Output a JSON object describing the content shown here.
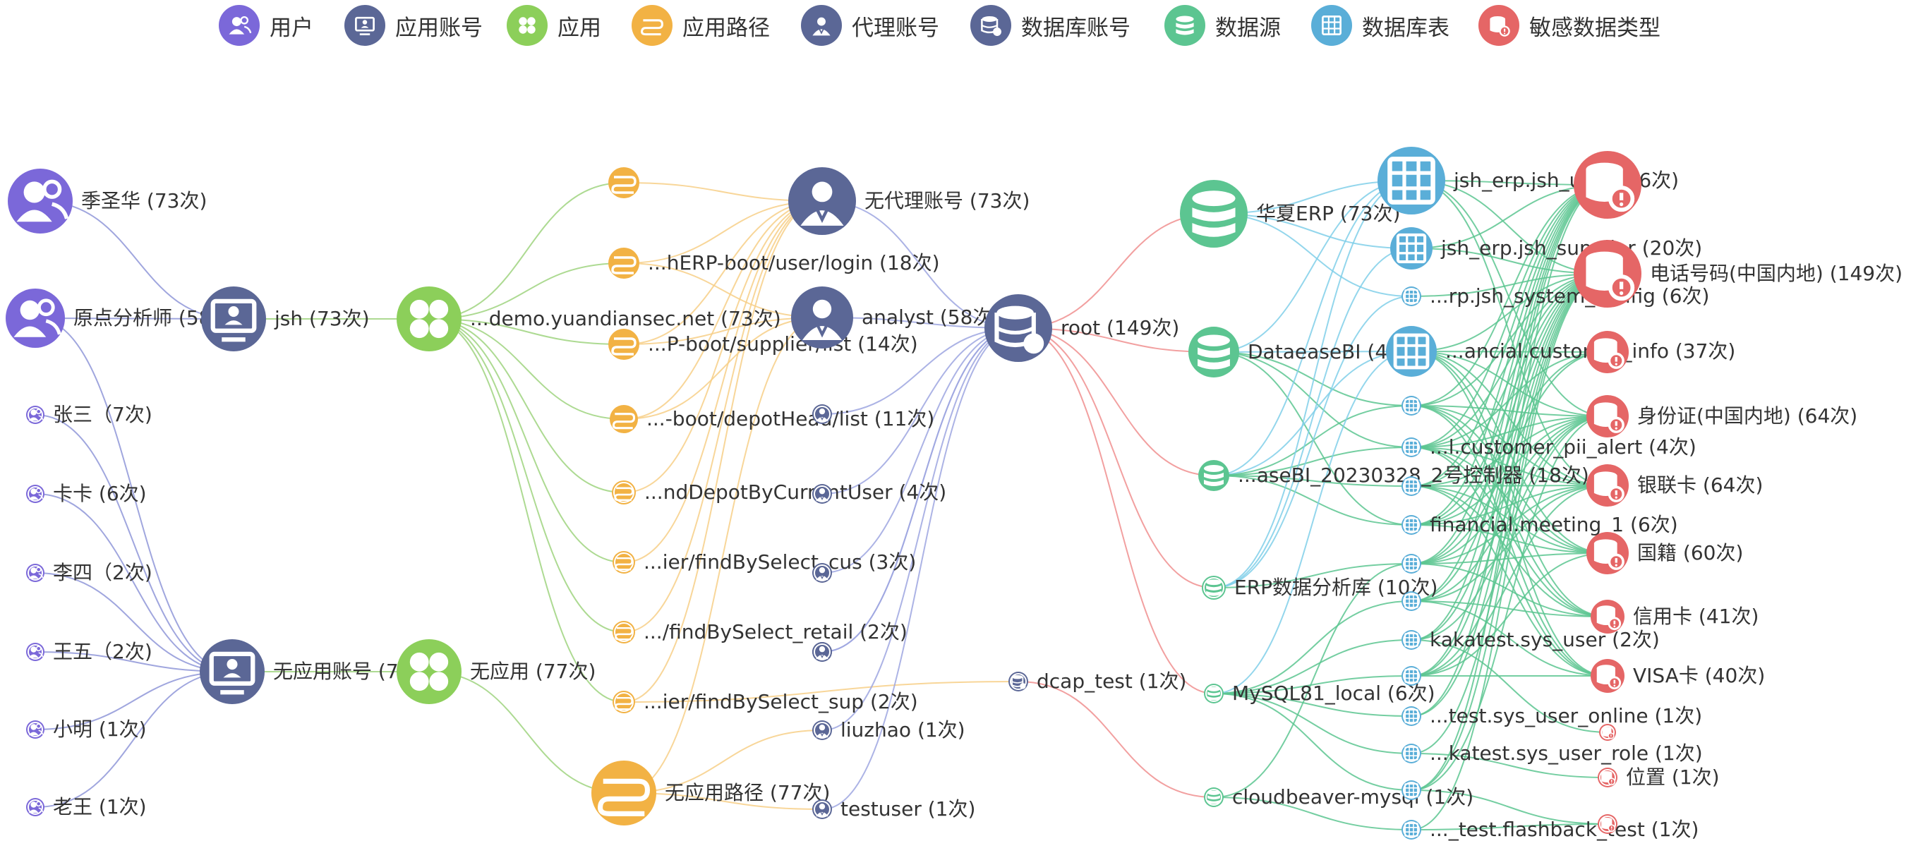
{
  "legend": [
    {
      "name": "用户",
      "color": "#7b68d9",
      "icon": "user-icon"
    },
    {
      "name": "应用账号",
      "color": "#5b6796",
      "icon": "app-account-icon"
    },
    {
      "name": "应用",
      "color": "#8ccf5a",
      "icon": "app-icon"
    },
    {
      "name": "应用路径",
      "color": "#f2b244",
      "icon": "route-icon"
    },
    {
      "name": "代理账号",
      "color": "#5b6796",
      "icon": "proxy-account-icon"
    },
    {
      "name": "数据库账号",
      "color": "#5b6796",
      "icon": "db-account-icon"
    },
    {
      "name": "数据源",
      "color": "#5cc591",
      "icon": "datasource-icon"
    },
    {
      "name": "数据库表",
      "color": "#5aaed8",
      "icon": "table-icon"
    },
    {
      "name": "敏感数据类型",
      "color": "#e56666",
      "icon": "sensitive-type-icon"
    }
  ],
  "nodes": [
    {
      "id": "u1",
      "type": 0,
      "label": "季圣华 (73次)"
    },
    {
      "id": "u2",
      "type": 0,
      "label": "原点分析师 (58次)"
    },
    {
      "id": "u3",
      "type": 0,
      "label": "张三（7次)"
    },
    {
      "id": "u4",
      "type": 0,
      "label": "卡卡 (6次)"
    },
    {
      "id": "u5",
      "type": 0,
      "label": "李四（2次)"
    },
    {
      "id": "u6",
      "type": 0,
      "label": "王五（2次)"
    },
    {
      "id": "u7",
      "type": 0,
      "label": "小明 (1次)"
    },
    {
      "id": "u8",
      "type": 0,
      "label": "老王 (1次)"
    },
    {
      "id": "aa1",
      "type": 1,
      "label": "jsh (73次)"
    },
    {
      "id": "aa2",
      "type": 1,
      "label": "无应用账号 (77次)"
    },
    {
      "id": "ap1",
      "type": 2,
      "label": "...demo.yuandiansec.net (73次)"
    },
    {
      "id": "ap2",
      "type": 2,
      "label": "无应用 (77次)"
    },
    {
      "id": "rt0",
      "type": 3,
      "label": ""
    },
    {
      "id": "rt1",
      "type": 3,
      "label": "...hERP-boot/user/login (18次)"
    },
    {
      "id": "rt2",
      "type": 3,
      "label": "...P-boot/supplier/list (14次)"
    },
    {
      "id": "rt3",
      "type": 3,
      "label": "...-boot/depotHead/list (11次)"
    },
    {
      "id": "rt4",
      "type": 3,
      "label": "...ndDepotByCurrentUser (4次)"
    },
    {
      "id": "rt5",
      "type": 3,
      "label": "...ier/findBySelect_cus (3次)"
    },
    {
      "id": "rt6",
      "type": 3,
      "label": ".../findBySelect_retail (2次)"
    },
    {
      "id": "rt7",
      "type": 3,
      "label": "...ier/findBySelect_sup (2次)"
    },
    {
      "id": "rt8",
      "type": 3,
      "label": "无应用路径 (77次)"
    },
    {
      "id": "px1",
      "type": 4,
      "label": "无代理账号 (73次)"
    },
    {
      "id": "px2",
      "type": 4,
      "label": "analyst (58次)"
    },
    {
      "id": "px3",
      "type": 4,
      "label": ""
    },
    {
      "id": "px4",
      "type": 4,
      "label": ""
    },
    {
      "id": "px5",
      "type": 4,
      "label": ""
    },
    {
      "id": "px6",
      "type": 4,
      "label": ""
    },
    {
      "id": "px7",
      "type": 4,
      "label": ""
    },
    {
      "id": "px8",
      "type": 4,
      "label": "liuzhao (1次)"
    },
    {
      "id": "px9",
      "type": 4,
      "label": "testuser (1次)"
    },
    {
      "id": "db1",
      "type": 5,
      "label": "root (149次)"
    },
    {
      "id": "db2",
      "type": 5,
      "label": "dcap_test (1次)"
    },
    {
      "id": "ds1",
      "type": 6,
      "label": "华夏ERP (73次)"
    },
    {
      "id": "ds2",
      "type": 6,
      "label": "DataeaseBI (42次)"
    },
    {
      "id": "ds3",
      "type": 6,
      "label": "...aseBI_20230328_2号控制器 (18次)"
    },
    {
      "id": "ds4",
      "type": 6,
      "label": "ERP数据分析库 (10次)"
    },
    {
      "id": "ds5",
      "type": 6,
      "label": "MySQL81_local (6次)"
    },
    {
      "id": "ds6",
      "type": 6,
      "label": "cloudbeaver-mysql (1次)"
    },
    {
      "id": "tb1",
      "type": 7,
      "label": "jsh_erp.jsh_user (56次)"
    },
    {
      "id": "tb2",
      "type": 7,
      "label": "jsh_erp.jsh_supplier (20次)"
    },
    {
      "id": "tb3",
      "type": 7,
      "label": "...rp.jsh_system_config (6次)"
    },
    {
      "id": "tb4",
      "type": 7,
      "label": "...ancial.customer_info (37次)"
    },
    {
      "id": "tb5",
      "type": 7,
      "label": ""
    },
    {
      "id": "tb6",
      "type": 7,
      "label": "...l.customer_pii_alert (4次)"
    },
    {
      "id": "tb7",
      "type": 7,
      "label": ""
    },
    {
      "id": "tb8",
      "type": 7,
      "label": "financial.meeting_1 (6次)"
    },
    {
      "id": "tb9",
      "type": 7,
      "label": ""
    },
    {
      "id": "tb10",
      "type": 7,
      "label": ""
    },
    {
      "id": "tb11",
      "type": 7,
      "label": "kakatest.sys_user (2次)"
    },
    {
      "id": "tb12",
      "type": 7,
      "label": ""
    },
    {
      "id": "tb13",
      "type": 7,
      "label": "...test.sys_user_online (1次)"
    },
    {
      "id": "tb14",
      "type": 7,
      "label": "...katest.sys_user_role (1次)"
    },
    {
      "id": "tb15",
      "type": 7,
      "label": ""
    },
    {
      "id": "tb16",
      "type": 7,
      "label": "..._test.flashback_test (1次)"
    },
    {
      "id": "sd1",
      "type": 8,
      "label": ""
    },
    {
      "id": "sd2",
      "type": 8,
      "label": "电话号码(中国内地) (149次)"
    },
    {
      "id": "sd3",
      "type": 8,
      "label": ""
    },
    {
      "id": "sd4",
      "type": 8,
      "label": "身份证(中国内地) (64次)"
    },
    {
      "id": "sd5",
      "type": 8,
      "label": "银联卡 (64次)"
    },
    {
      "id": "sd6",
      "type": 8,
      "label": "国籍 (60次)"
    },
    {
      "id": "sd7",
      "type": 8,
      "label": "信用卡 (41次)"
    },
    {
      "id": "sd8",
      "type": 8,
      "label": "VISA卡 (40次)"
    },
    {
      "id": "sd9",
      "type": 8,
      "label": ""
    },
    {
      "id": "sd10",
      "type": 8,
      "label": "位置 (1次)"
    },
    {
      "id": "sd11",
      "type": 8,
      "label": ""
    }
  ],
  "edges": [
    [
      "u1",
      "aa1"
    ],
    [
      "u2",
      "aa1"
    ],
    [
      "u2",
      "aa2"
    ],
    [
      "u3",
      "aa2"
    ],
    [
      "u4",
      "aa2"
    ],
    [
      "u5",
      "aa2"
    ],
    [
      "u6",
      "aa2"
    ],
    [
      "u7",
      "aa2"
    ],
    [
      "u8",
      "aa2"
    ],
    [
      "aa1",
      "ap1"
    ],
    [
      "aa2",
      "ap2"
    ],
    [
      "ap1",
      "rt0"
    ],
    [
      "ap1",
      "rt1"
    ],
    [
      "ap1",
      "rt2"
    ],
    [
      "ap1",
      "rt3"
    ],
    [
      "ap1",
      "rt4"
    ],
    [
      "ap1",
      "rt5"
    ],
    [
      "ap1",
      "rt6"
    ],
    [
      "ap1",
      "rt7"
    ],
    [
      "ap2",
      "rt8"
    ],
    [
      "rt0",
      "px1"
    ],
    [
      "rt1",
      "px1"
    ],
    [
      "rt2",
      "px1"
    ],
    [
      "rt3",
      "px1"
    ],
    [
      "rt4",
      "px1"
    ],
    [
      "rt5",
      "px1"
    ],
    [
      "rt6",
      "px1"
    ],
    [
      "rt7",
      "px1"
    ],
    [
      "rt1",
      "px2"
    ],
    [
      "rt2",
      "px2"
    ],
    [
      "rt3",
      "px2"
    ],
    [
      "rt8",
      "px2"
    ],
    [
      "rt8",
      "px8"
    ],
    [
      "rt8",
      "px9"
    ],
    [
      "rt7",
      "db2"
    ],
    [
      "px1",
      "db1"
    ],
    [
      "px2",
      "db1"
    ],
    [
      "px3",
      "db1"
    ],
    [
      "px4",
      "db1"
    ],
    [
      "px5",
      "db1"
    ],
    [
      "px6",
      "db1"
    ],
    [
      "px7",
      "db1"
    ],
    [
      "px8",
      "db1"
    ],
    [
      "px9",
      "db1"
    ],
    [
      "db1",
      "ds1"
    ],
    [
      "db1",
      "ds2"
    ],
    [
      "db1",
      "ds3"
    ],
    [
      "db1",
      "ds4"
    ],
    [
      "db1",
      "ds5"
    ],
    [
      "db2",
      "ds6"
    ],
    [
      "ds1",
      "tb1"
    ],
    [
      "ds1",
      "tb2"
    ],
    [
      "ds1",
      "tb3"
    ],
    [
      "ds2",
      "tb4"
    ],
    [
      "ds2",
      "tb5"
    ],
    [
      "ds2",
      "tb6"
    ],
    [
      "ds2",
      "tb8"
    ],
    [
      "ds2",
      "tb1"
    ],
    [
      "ds3",
      "tb4"
    ],
    [
      "ds3",
      "tb5"
    ],
    [
      "ds3",
      "tb6"
    ],
    [
      "ds3",
      "tb7"
    ],
    [
      "ds3",
      "tb8"
    ],
    [
      "ds3",
      "tb1"
    ],
    [
      "ds4",
      "tb1"
    ],
    [
      "ds4",
      "tb2"
    ],
    [
      "ds4",
      "tb3"
    ],
    [
      "ds4",
      "tb9"
    ],
    [
      "ds5",
      "tb10"
    ],
    [
      "ds5",
      "tb11"
    ],
    [
      "ds5",
      "tb12"
    ],
    [
      "ds5",
      "tb13"
    ],
    [
      "ds5",
      "tb14"
    ],
    [
      "ds5",
      "tb15"
    ],
    [
      "ds5",
      "tb4"
    ],
    [
      "ds6",
      "tb16"
    ],
    [
      "ds6",
      "tb9"
    ],
    [
      "tb1",
      "sd1"
    ],
    [
      "tb1",
      "sd2"
    ],
    [
      "tb1",
      "sd4"
    ],
    [
      "tb1",
      "sd5"
    ],
    [
      "tb2",
      "sd2"
    ],
    [
      "tb2",
      "sd1"
    ],
    [
      "tb3",
      "sd2"
    ],
    [
      "tb4",
      "sd2"
    ],
    [
      "tb4",
      "sd3"
    ],
    [
      "tb4",
      "sd4"
    ],
    [
      "tb4",
      "sd5"
    ],
    [
      "tb4",
      "sd6"
    ],
    [
      "tb4",
      "sd7"
    ],
    [
      "tb4",
      "sd8"
    ],
    [
      "tb5",
      "sd2"
    ],
    [
      "tb5",
      "sd4"
    ],
    [
      "tb5",
      "sd5"
    ],
    [
      "tb5",
      "sd6"
    ],
    [
      "tb5",
      "sd7"
    ],
    [
      "tb5",
      "sd8"
    ],
    [
      "tb5",
      "sd1"
    ],
    [
      "tb6",
      "sd2"
    ],
    [
      "tb6",
      "sd4"
    ],
    [
      "tb6",
      "sd5"
    ],
    [
      "tb6",
      "sd6"
    ],
    [
      "tb6",
      "sd7"
    ],
    [
      "tb6",
      "sd8"
    ],
    [
      "tb6",
      "sd1"
    ],
    [
      "tb6",
      "sd3"
    ],
    [
      "tb7",
      "sd2"
    ],
    [
      "tb7",
      "sd4"
    ],
    [
      "tb7",
      "sd5"
    ],
    [
      "tb7",
      "sd6"
    ],
    [
      "tb7",
      "sd7"
    ],
    [
      "tb7",
      "sd8"
    ],
    [
      "tb7",
      "sd1"
    ],
    [
      "tb8",
      "sd2"
    ],
    [
      "tb8",
      "sd4"
    ],
    [
      "tb8",
      "sd5"
    ],
    [
      "tb8",
      "sd6"
    ],
    [
      "tb8",
      "sd1"
    ],
    [
      "tb8",
      "sd3"
    ],
    [
      "tb9",
      "sd2"
    ],
    [
      "tb9",
      "sd4"
    ],
    [
      "tb9",
      "sd5"
    ],
    [
      "tb9",
      "sd6"
    ],
    [
      "tb9",
      "sd7"
    ],
    [
      "tb9",
      "sd1"
    ],
    [
      "tb9",
      "sd3"
    ],
    [
      "tb10",
      "sd2"
    ],
    [
      "tb10",
      "sd4"
    ],
    [
      "tb10",
      "sd5"
    ],
    [
      "tb10",
      "sd7"
    ],
    [
      "tb10",
      "sd1"
    ],
    [
      "tb10",
      "sd8"
    ],
    [
      "tb11",
      "sd2"
    ],
    [
      "tb11",
      "sd9"
    ],
    [
      "tb11",
      "sd4"
    ],
    [
      "tb11",
      "sd1"
    ],
    [
      "tb12",
      "sd2"
    ],
    [
      "tb12",
      "sd4"
    ],
    [
      "tb12",
      "sd5"
    ],
    [
      "tb12",
      "sd6"
    ],
    [
      "tb12",
      "sd8"
    ],
    [
      "tb12",
      "sd1"
    ],
    [
      "tb13",
      "sd2"
    ],
    [
      "tb13",
      "sd1"
    ],
    [
      "tb14",
      "sd10"
    ],
    [
      "tb14",
      "sd2"
    ],
    [
      "tb15",
      "sd2"
    ],
    [
      "tb15",
      "sd11"
    ],
    [
      "tb15",
      "sd4"
    ],
    [
      "tb15",
      "sd1"
    ],
    [
      "tb16",
      "sd11"
    ],
    [
      "tb16",
      "sd2"
    ]
  ]
}
